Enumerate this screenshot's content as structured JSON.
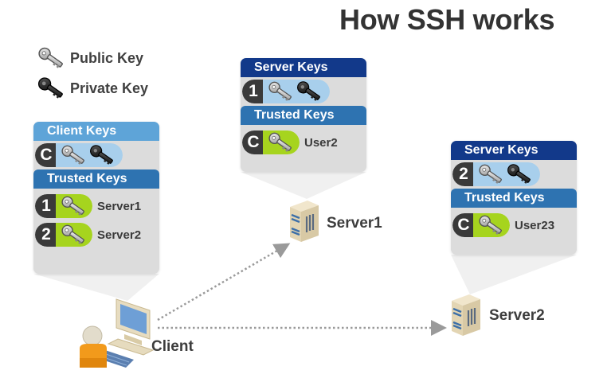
{
  "title": "How SSH works",
  "legend": [
    {
      "label": "Public Key",
      "icon": "public-key-icon"
    },
    {
      "label": "Private Key",
      "icon": "private-key-icon"
    }
  ],
  "colors": {
    "client_header": "#5ea4d8",
    "server_header": "#12398a",
    "trusted_header": "#2e73b1",
    "own_keys_pill": "#a8cfec",
    "trusted_key_pill": "#a6d41e",
    "badge": "#3a3a3a",
    "panel_bg": "#dcdcdc"
  },
  "client_panel": {
    "keys_header": "Client Keys",
    "own_keys": {
      "badge": "C",
      "icons": [
        "public-key-icon",
        "private-key-icon"
      ]
    },
    "trusted_header": "Trusted Keys",
    "trusted": [
      {
        "badge": "1",
        "label": "Server1",
        "icon": "public-key-icon"
      },
      {
        "badge": "2",
        "label": "Server2",
        "icon": "public-key-icon"
      }
    ]
  },
  "server1_panel": {
    "keys_header": "Server Keys",
    "own_keys": {
      "badge": "1",
      "icons": [
        "public-key-icon",
        "private-key-icon"
      ]
    },
    "trusted_header": "Trusted Keys",
    "trusted": [
      {
        "badge": "C",
        "label": "User2",
        "icon": "public-key-icon"
      }
    ]
  },
  "server2_panel": {
    "keys_header": "Server Keys",
    "own_keys": {
      "badge": "2",
      "icons": [
        "public-key-icon",
        "private-key-icon"
      ]
    },
    "trusted_header": "Trusted Keys",
    "trusted": [
      {
        "badge": "C",
        "label": "User23",
        "icon": "public-key-icon"
      }
    ]
  },
  "nodes": {
    "client": {
      "label": "Client",
      "icon": "client-computer-icon"
    },
    "server1": {
      "label": "Server1",
      "icon": "server-icon"
    },
    "server2": {
      "label": "Server2",
      "icon": "server-icon"
    }
  },
  "connections": [
    {
      "from": "Client",
      "to": "Server1",
      "style": "dotted-arrow"
    },
    {
      "from": "Client",
      "to": "Server2",
      "style": "dotted-arrow"
    }
  ]
}
